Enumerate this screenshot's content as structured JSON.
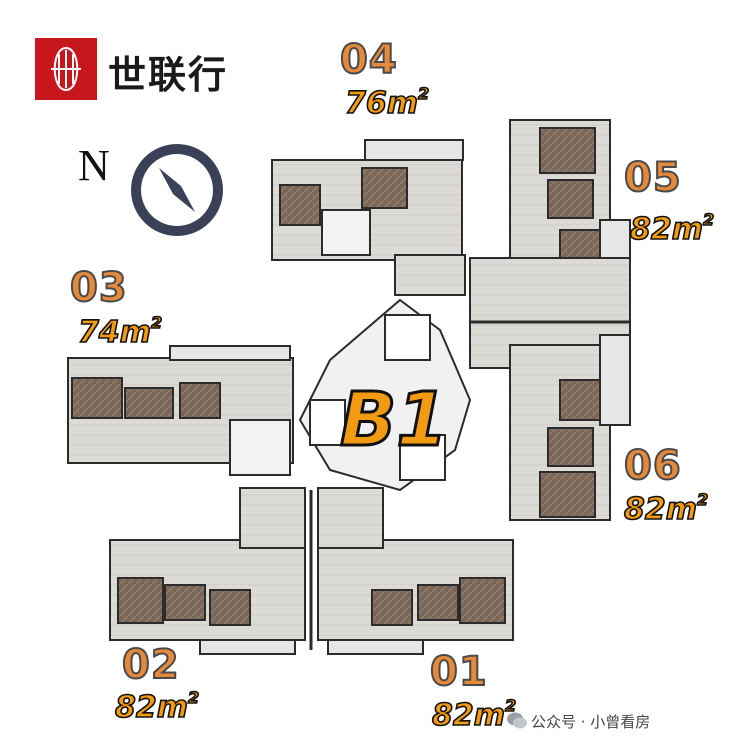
{
  "brand": {
    "name": "世联行",
    "color": "#c8161d"
  },
  "compass": {
    "north_label": "N",
    "icon": "compass-icon"
  },
  "building": {
    "label": "B1"
  },
  "units": [
    {
      "id": "04",
      "area": "76m",
      "sup": "2"
    },
    {
      "id": "05",
      "area": "82m",
      "sup": "2"
    },
    {
      "id": "03",
      "area": "74m",
      "sup": "2"
    },
    {
      "id": "06",
      "area": "82m",
      "sup": "2"
    },
    {
      "id": "02",
      "area": "82m",
      "sup": "2"
    },
    {
      "id": "01",
      "area": "82m",
      "sup": "2"
    }
  ],
  "watermark": {
    "text": "公众号 · 小曾看房",
    "icon": "wechat-icon"
  },
  "colors": {
    "number_fill": "#e58a3b",
    "area_fill": "#f29a12",
    "floor_dark": "#6b5a4e",
    "floor_light": "#d9d7d3"
  }
}
